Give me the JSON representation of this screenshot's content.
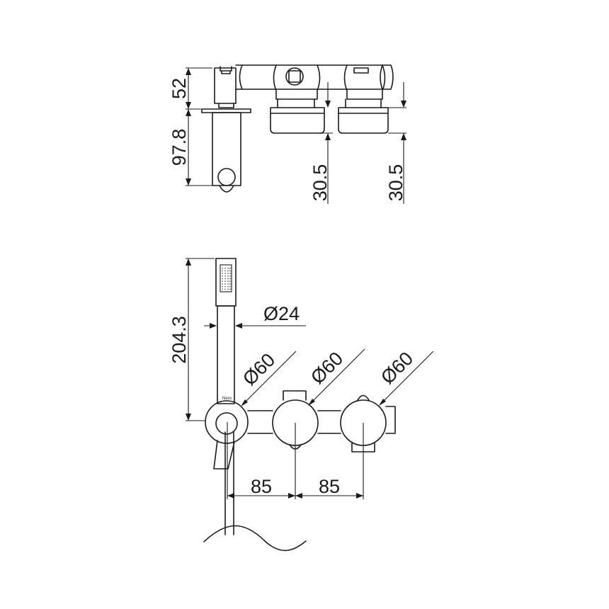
{
  "drawing": {
    "dimensions": {
      "side_top_height": "52",
      "side_lower_height": "97.8",
      "handle_depth_left": "30.5",
      "handle_depth_right": "30.5",
      "front_handshower_length": "204.3",
      "handshower_diameter": "Ø24",
      "left_outlet_diameter": "Ø60",
      "middle_handle_diameter": "Ø60",
      "right_handle_diameter": "Ø60",
      "spacing_left": "85",
      "spacing_right": "85"
    },
    "brand_mark": "Nero"
  }
}
